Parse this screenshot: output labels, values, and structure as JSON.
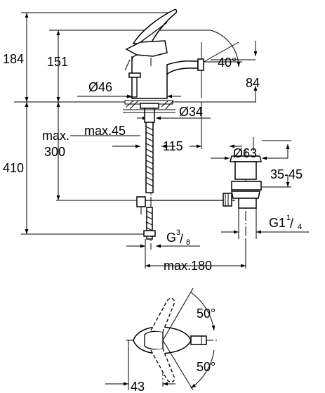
{
  "dimensions": {
    "d184": "184",
    "d151": "151",
    "d40deg": "40°",
    "d84": "84",
    "d46": "Ø46",
    "d34": "Ø34",
    "max_word": "max.",
    "d300": "300",
    "max45": "max.45",
    "d115": "115",
    "d63": "Ø63",
    "d3545": "35-45",
    "d410": "410",
    "g1_base": "G1",
    "g1_num": "1",
    "g1_den": "4",
    "g38_base": "G",
    "g38_num": "3",
    "g38_den": "8",
    "max180": "max.180",
    "d50a": "50°",
    "d50b": "50°",
    "d43": "43"
  }
}
